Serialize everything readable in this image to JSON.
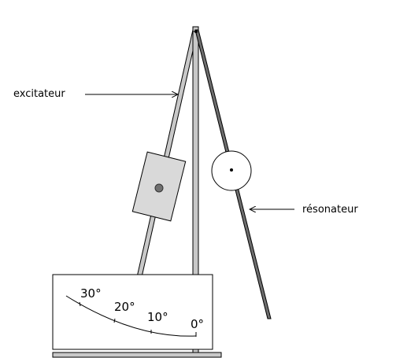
{
  "labels": {
    "excitateur": "excitateur",
    "resonateur": "résonateur"
  },
  "scale": {
    "ticks": [
      "30°",
      "20°",
      "10°",
      "0°"
    ]
  },
  "colors": {
    "rod_fill": "#c8c8c8",
    "dark_rod": "#6e6e6e",
    "outline": "#000000",
    "plate_fill": "#d9d9d9",
    "weight_dot": "#707070"
  }
}
